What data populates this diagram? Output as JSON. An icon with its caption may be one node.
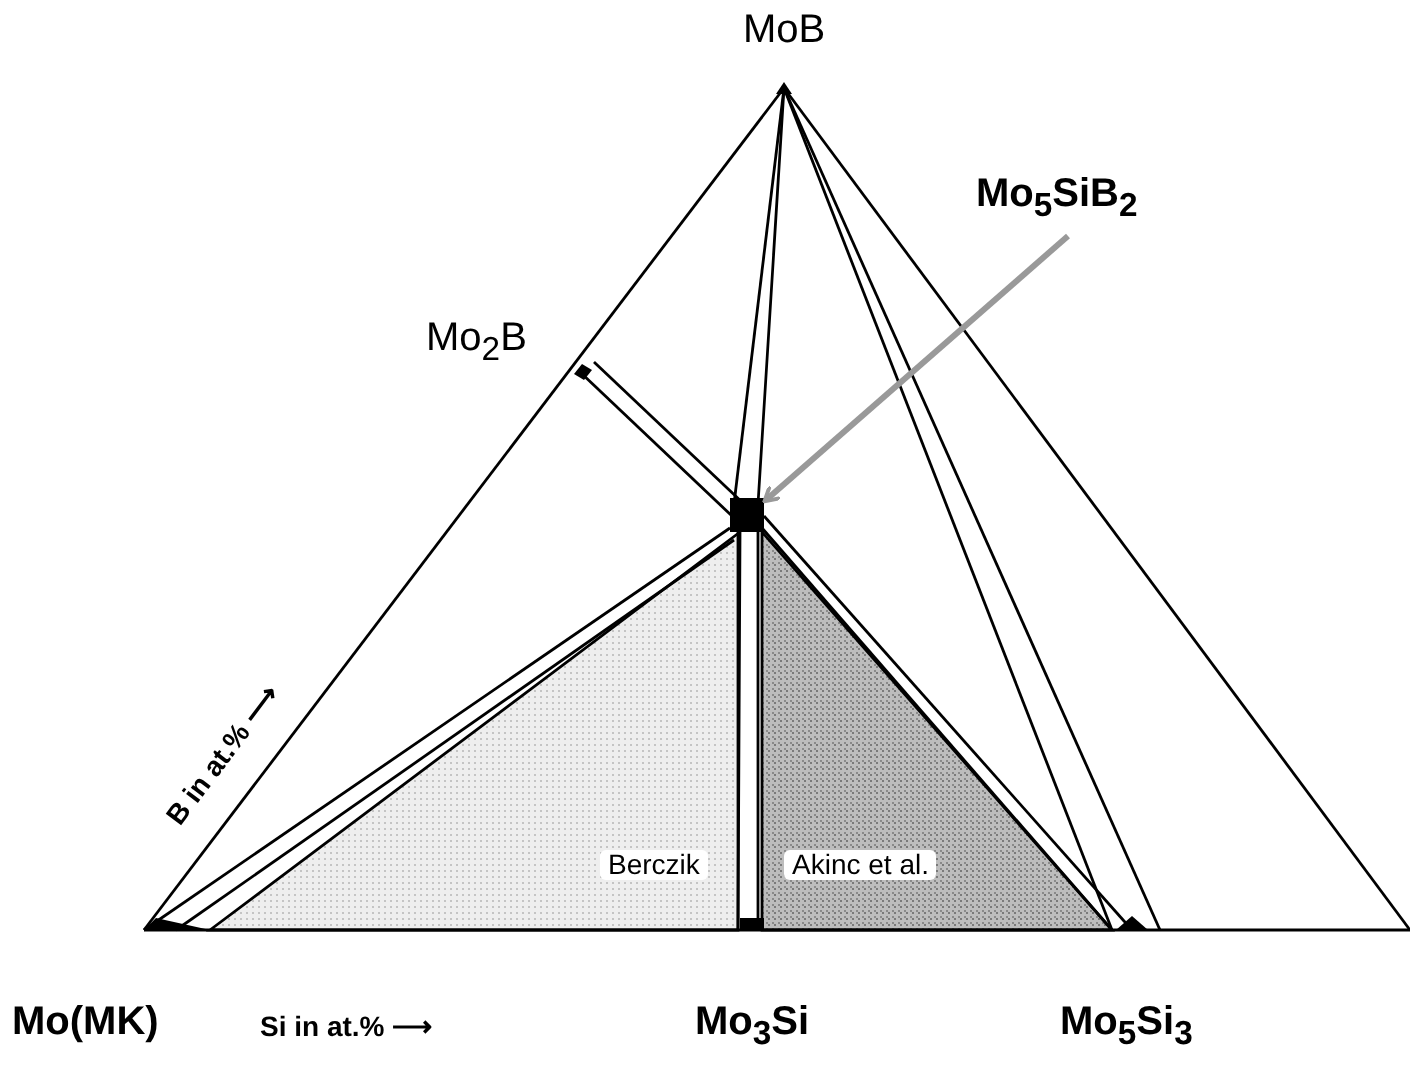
{
  "diagram": {
    "nodes": [
      {
        "text": [
          "Mo$_{5}$SiB$_{2}$"
        ]
      },
      {
        "text": [],
        "shape": "box"
      }
    ],
    "edges": [
      {
        "from": 0,
        "to": 1,
        "arrow": "to",
        "color": "#999999"
      }
    ],
    "labels": [
      "MoB",
      "Mo$_{2}$B",
      "B in at.% ⟶",
      "Berczik",
      "Akinc et al.",
      "Mo(MK)",
      "Si in at.% ⟶",
      "Mo$_{3}$Si",
      "Mo$_{5}$Si$_{3}$"
    ]
  }
}
